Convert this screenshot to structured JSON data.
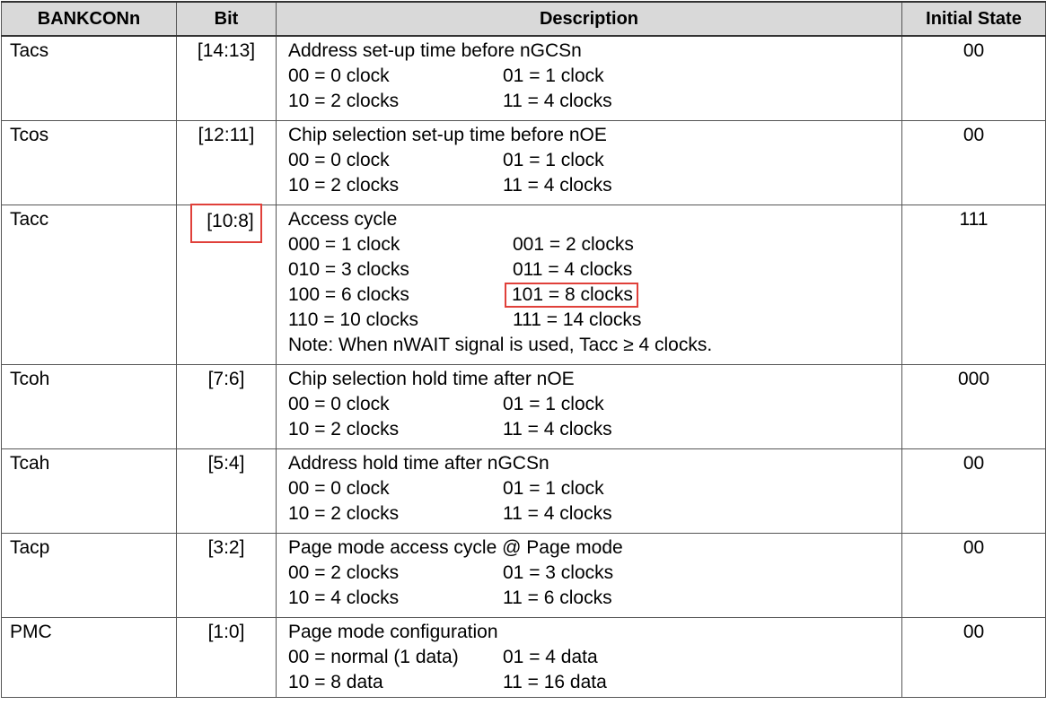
{
  "table": {
    "headers": [
      "BANKCONn",
      "Bit",
      "Description",
      "Initial State"
    ],
    "rows": [
      {
        "name": "Tacs",
        "bit": "[14:13]",
        "title": "Address set-up time before nGCSn",
        "options": [
          [
            "00 = 0 clock",
            "01 = 1 clock"
          ],
          [
            "10 = 2 clocks",
            "11 = 4 clocks"
          ]
        ],
        "initial": "00"
      },
      {
        "name": "Tcos",
        "bit": "[12:11]",
        "title": "Chip selection set-up time before nOE",
        "options": [
          [
            "00 = 0 clock",
            "01 = 1 clock"
          ],
          [
            "10 = 2 clocks",
            "11 = 4 clocks"
          ]
        ],
        "initial": "00"
      },
      {
        "name": "Tacc",
        "bit": "[10:8]",
        "title": "Access cycle",
        "options": [
          [
            "000 = 1 clock",
            "001 = 2 clocks"
          ],
          [
            "010 = 3 clocks",
            "011 = 4 clocks"
          ],
          [
            "100 = 6 clocks",
            "101 = 8 clocks"
          ],
          [
            "110 = 10 clocks",
            "111 = 14 clocks"
          ]
        ],
        "note": "Note: When nWAIT signal is used, Tacc ≥ 4 clocks.",
        "initial": "111"
      },
      {
        "name": "Tcoh",
        "bit": "[7:6]",
        "title": "Chip selection hold time after nOE",
        "options": [
          [
            "00 = 0 clock",
            "01 = 1 clock"
          ],
          [
            "10 = 2 clocks",
            "11 = 4 clocks"
          ]
        ],
        "initial": "000"
      },
      {
        "name": "Tcah",
        "bit": "[5:4]",
        "title": "Address hold time after nGCSn",
        "options": [
          [
            "00 = 0 clock",
            "01 = 1 clock"
          ],
          [
            "10 = 2 clocks",
            "11 = 4 clocks"
          ]
        ],
        "initial": "00"
      },
      {
        "name": "Tacp",
        "bit": "[3:2]",
        "title": "Page mode access cycle @ Page mode",
        "options": [
          [
            "00 = 2 clocks",
            "01 = 3 clocks"
          ],
          [
            "10 = 4 clocks",
            "11 = 6 clocks"
          ]
        ],
        "initial": "00"
      },
      {
        "name": "PMC",
        "bit": "[1:0]",
        "title": "Page mode configuration",
        "options": [
          [
            "00 = normal (1 data)",
            "01 = 4 data"
          ],
          [
            "10 = 8 data",
            "11 = 16 data"
          ]
        ],
        "initial": "00"
      }
    ]
  },
  "highlight_color": "#e0403a",
  "header_bg": "#d9d9d9"
}
